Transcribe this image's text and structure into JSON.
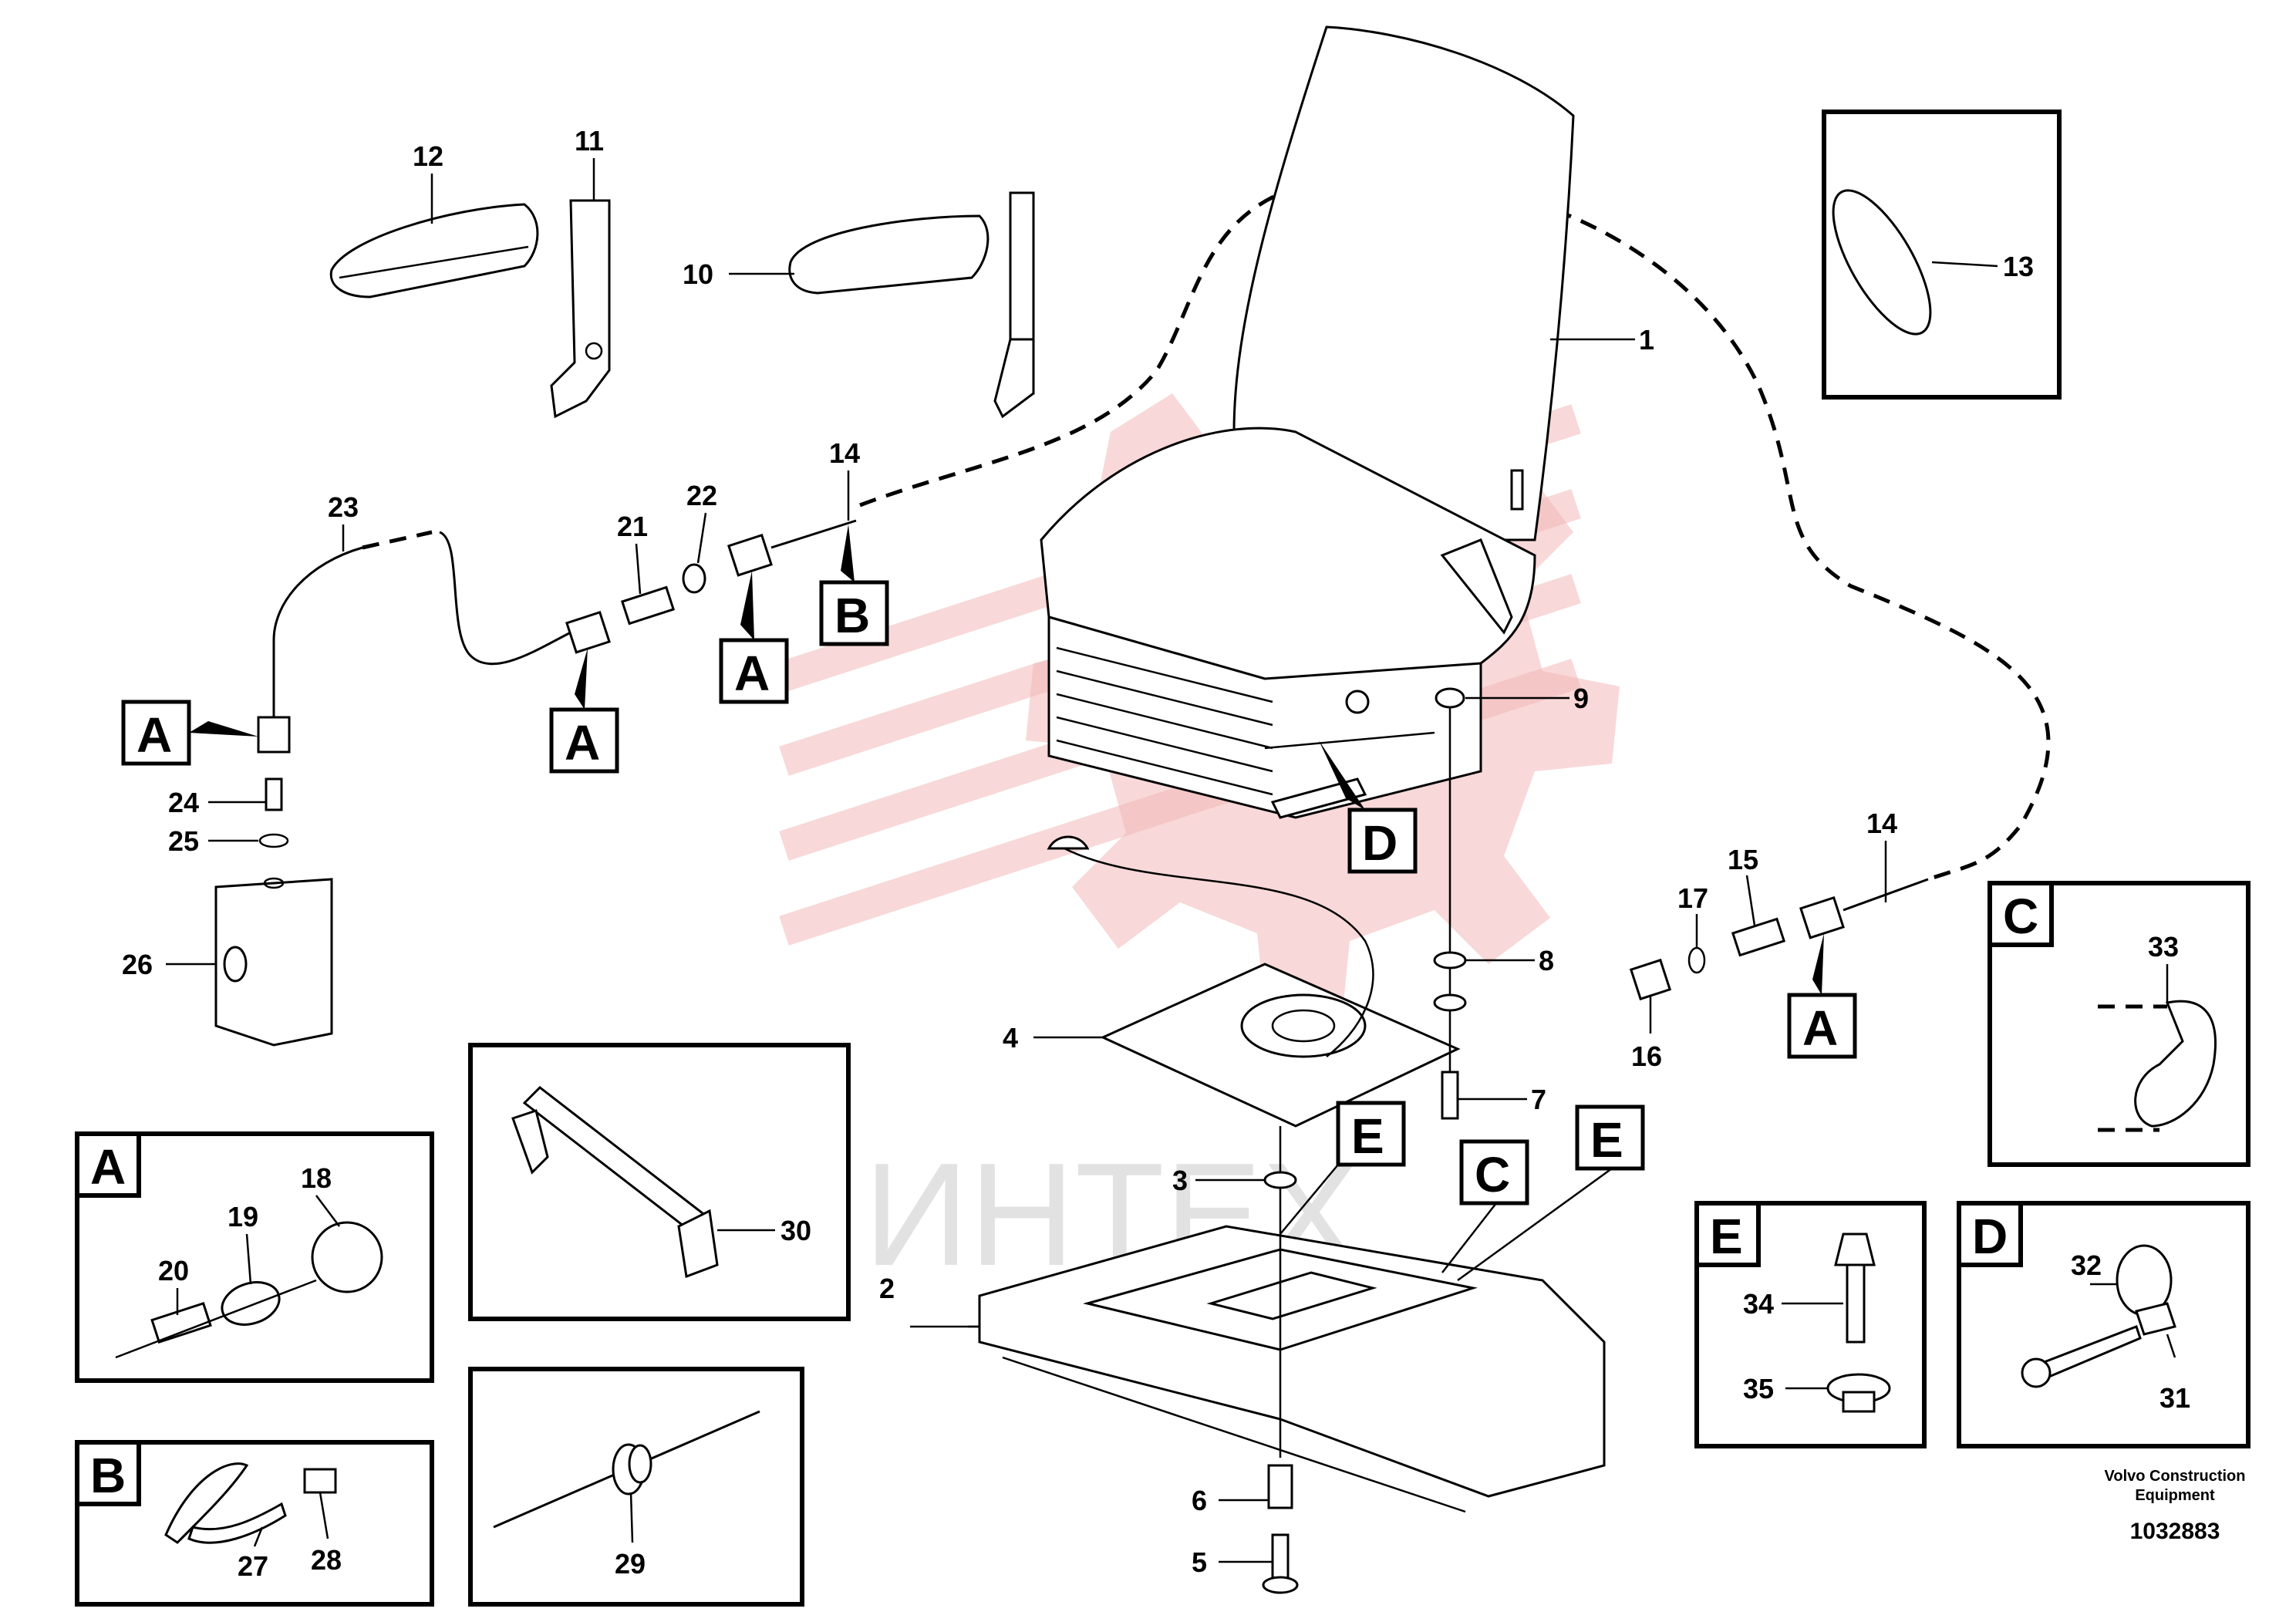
{
  "diagram": {
    "watermark": "ИНТЕХ",
    "credit_line1": "Volvo Construction",
    "credit_line2": "Equipment",
    "drawing_number": "1032883"
  },
  "part_numbers": {
    "p1": "1",
    "p2": "2",
    "p3": "3",
    "p4": "4",
    "p5": "5",
    "p6": "6",
    "p7": "7",
    "p8": "8",
    "p9": "9",
    "p10": "10",
    "p11": "11",
    "p12": "12",
    "p13": "13",
    "p14a": "14",
    "p14b": "14",
    "p15": "15",
    "p16": "16",
    "p17": "17",
    "p18": "18",
    "p19": "19",
    "p20": "20",
    "p21": "21",
    "p22": "22",
    "p23": "23",
    "p24": "24",
    "p25": "25",
    "p26": "26",
    "p27": "27",
    "p28": "28",
    "p29": "29",
    "p30": "30",
    "p31": "31",
    "p32": "32",
    "p33": "33",
    "p34": "34",
    "p35": "35"
  },
  "callouts": {
    "a1": "A",
    "a2": "A",
    "a3": "A",
    "a4": "A",
    "b1": "B",
    "c1": "C",
    "d1": "D",
    "e1": "E",
    "e2": "E"
  },
  "detail_panels": {
    "a": "A",
    "b": "B",
    "c": "C",
    "d": "D",
    "e": "E"
  }
}
